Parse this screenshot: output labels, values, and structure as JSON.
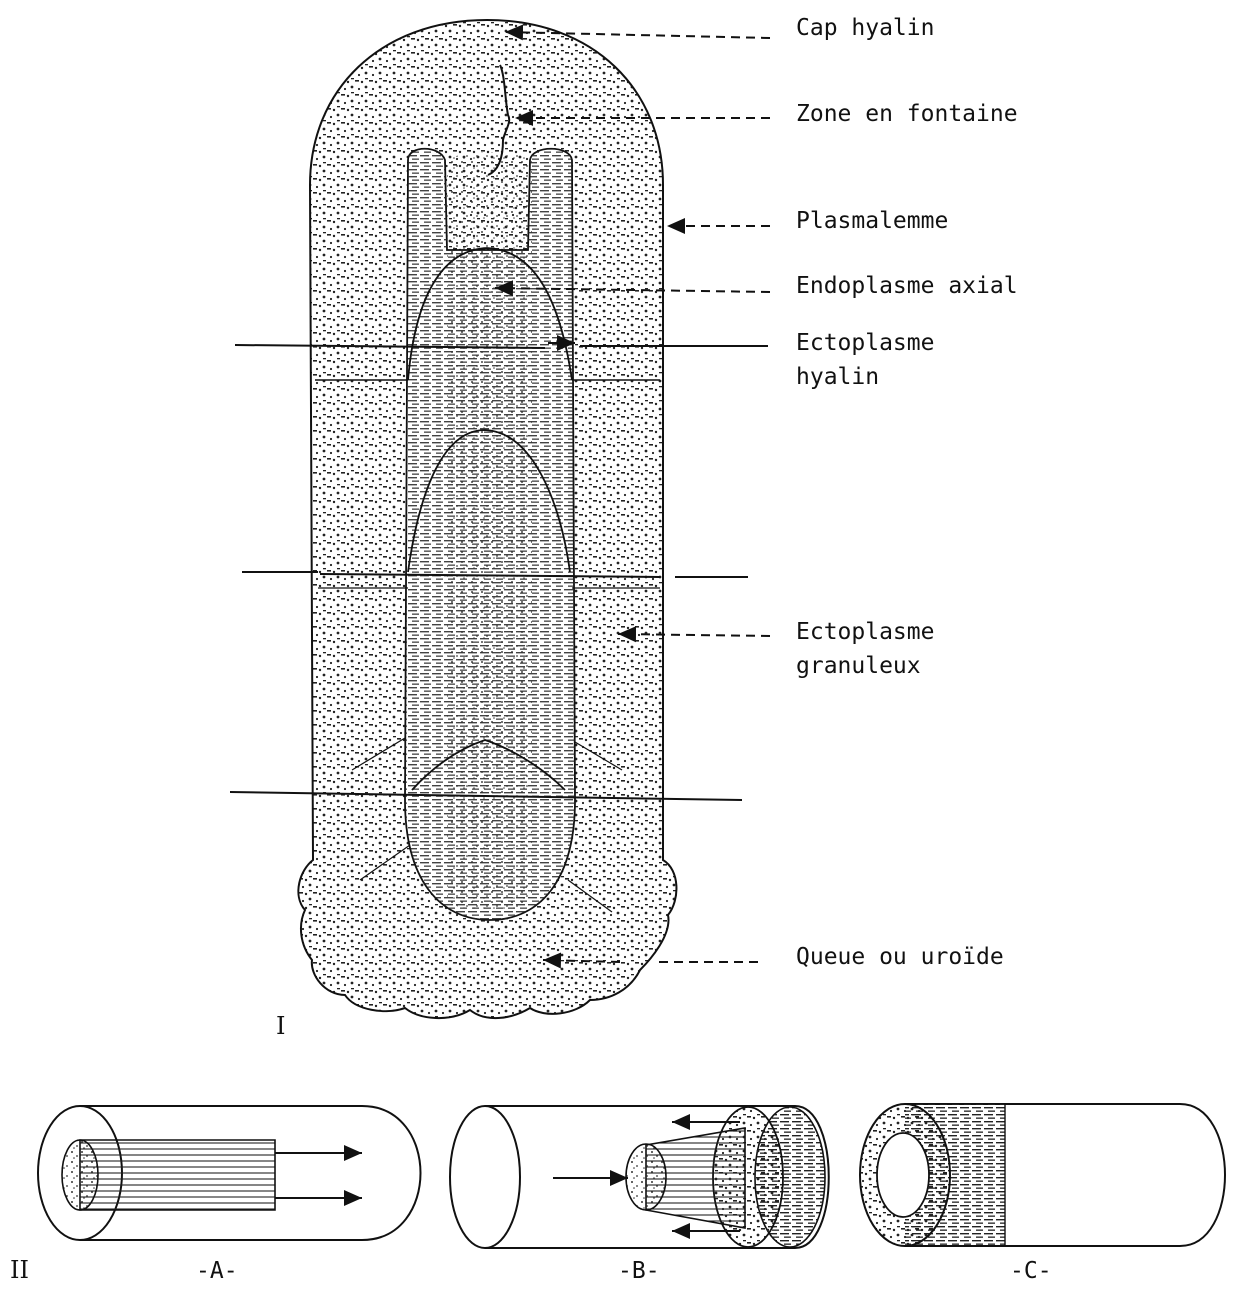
{
  "figure_I": {
    "numeral": "I",
    "labels": {
      "cap_hyalin": "Cap hyalin",
      "zone_fontaine": "Zone en fontaine",
      "plasmalemme": "Plasmalemme",
      "endoplasme_axial": "Endoplasme axial",
      "ectoplasme_hyalin_1": "Ectoplasme",
      "ectoplasme_hyalin_2": "hyalin",
      "ectoplasme_granuleux_1": "Ectoplasme",
      "ectoplasme_granuleux_2": "granuleux",
      "queue": "Queue ou uroïde"
    }
  },
  "figure_II": {
    "numeral": "II",
    "panels": [
      {
        "label": "-A-"
      },
      {
        "label": "-B-"
      },
      {
        "label": "-C-"
      }
    ]
  }
}
